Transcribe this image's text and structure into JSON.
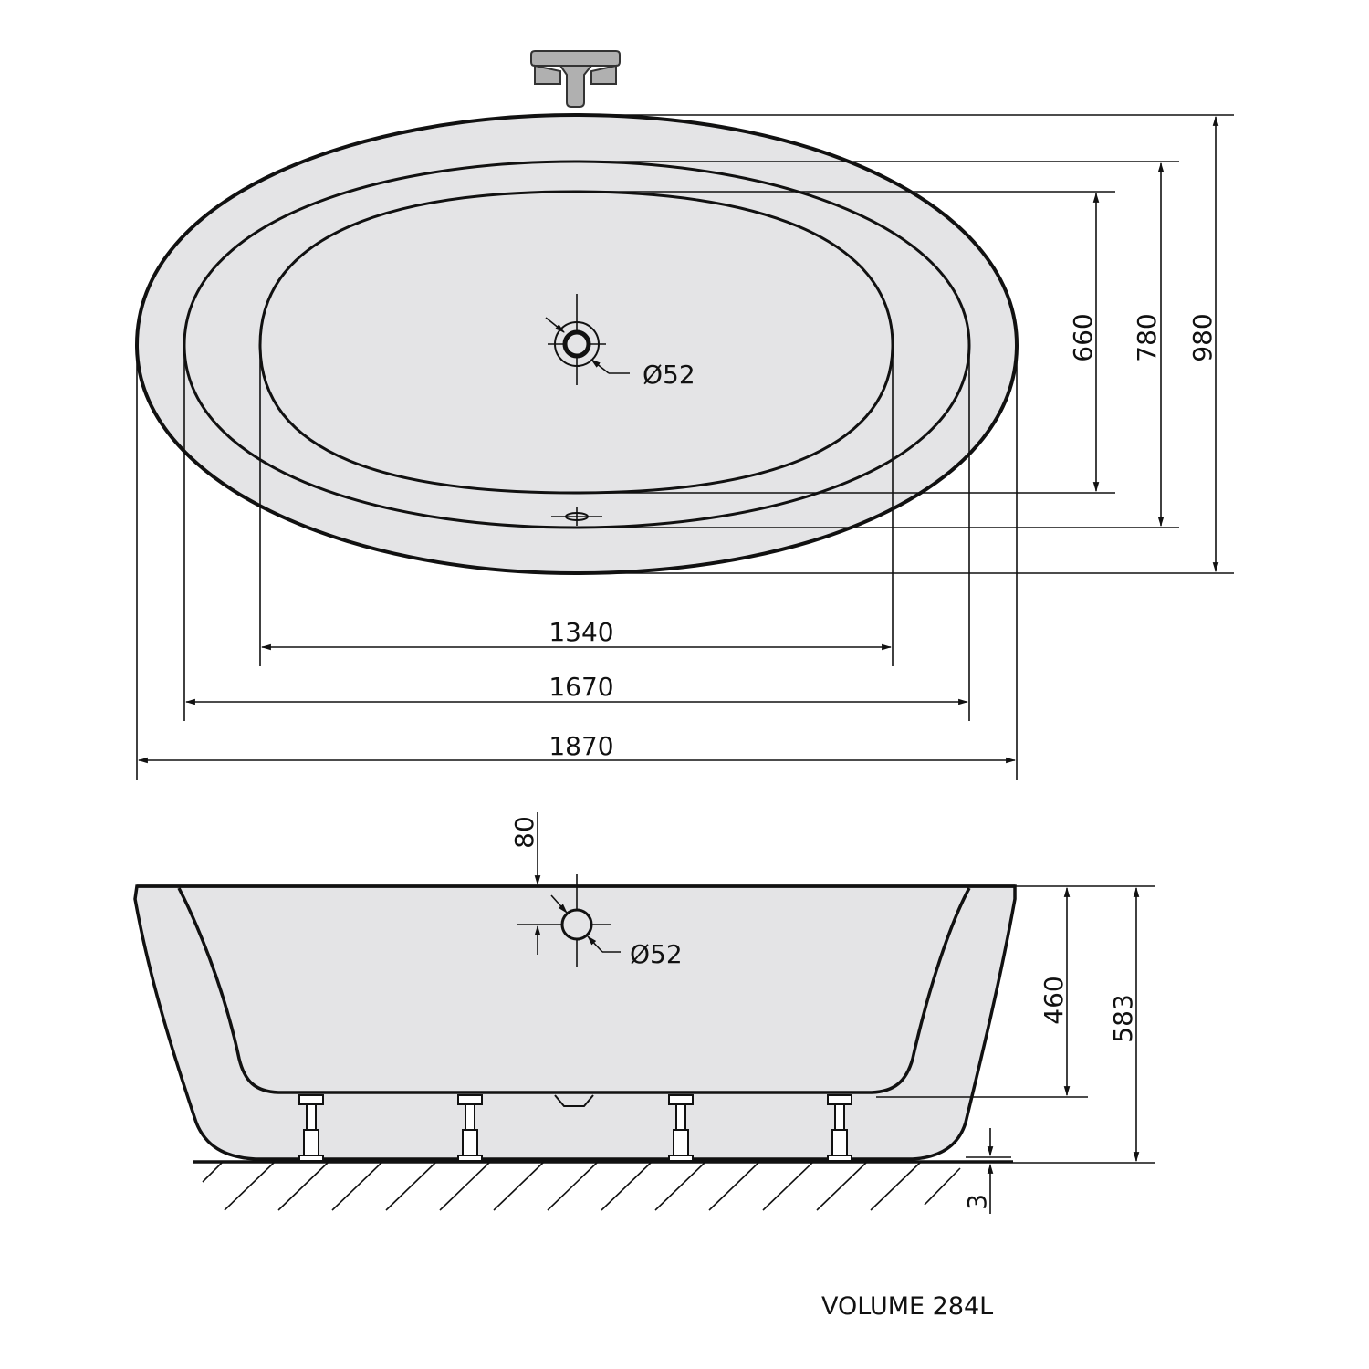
{
  "top_view": {
    "length_dimensions": [
      "1340",
      "1670",
      "1870"
    ],
    "width_dimensions": [
      "660",
      "780",
      "980"
    ],
    "drain_label": "Ø52",
    "icons": [
      "faucet-icon",
      "drain-icon",
      "overflow-icon"
    ]
  },
  "side_view": {
    "overflow_offset": "80",
    "overflow_label": "Ø52",
    "depth_inner": "460",
    "height_total": "583",
    "floor_gap": "3",
    "icons": [
      "overflow-icon",
      "support-leg-icon",
      "floor-hatch-icon"
    ]
  },
  "volume_note": "VOLUME 284L",
  "colors": {
    "tub_fill": "#e4e4e6",
    "line": "#111111",
    "faucet_fill": "#b0b0b0"
  }
}
